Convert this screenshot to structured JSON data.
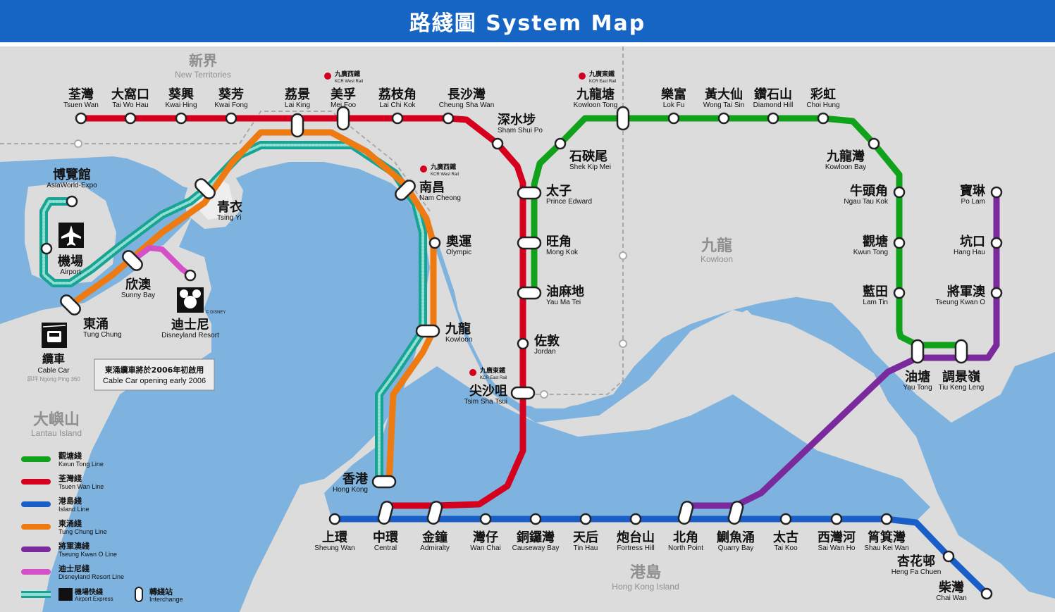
{
  "header": {
    "title": "路綫圖 System Map"
  },
  "colors": {
    "kwun_tong": "#11a21b",
    "tsuen_wan": "#d4001d",
    "island": "#1a5ec8",
    "tung_chung": "#ee7a12",
    "tseung_kwan_o": "#7b2a9e",
    "disneyland": "#d44fc8",
    "airport_express": "#18a393",
    "water": "#7fb3df",
    "land": "#dcdcdc"
  },
  "regions": {
    "new_territories": {
      "zh": "新界",
      "en": "New Territories"
    },
    "kowloon": {
      "zh": "九龍",
      "en": "Kowloon"
    },
    "hong_kong_island": {
      "zh": "港島",
      "en": "Hong Kong Island"
    },
    "lantau": {
      "zh": "大嶼山",
      "en": "Lantau Island"
    }
  },
  "kcr": {
    "west_rail_zh": "九廣西鐵",
    "west_rail_en": "KCR West Rail",
    "east_rail_zh": "九廣東鐵",
    "east_rail_en": "KCR East Rail"
  },
  "stations": {
    "tsuen_wan": {
      "zh": "荃灣",
      "en": "Tsuen Wan"
    },
    "tai_wo_hau": {
      "zh": "大窩口",
      "en": "Tai Wo Hau"
    },
    "kwai_hing": {
      "zh": "葵興",
      "en": "Kwai Hing"
    },
    "kwai_fong": {
      "zh": "葵芳",
      "en": "Kwai Fong"
    },
    "lai_king": {
      "zh": "荔景",
      "en": "Lai King"
    },
    "mei_foo": {
      "zh": "美孚",
      "en": "Mei Foo"
    },
    "lai_chi_kok": {
      "zh": "荔枝角",
      "en": "Lai Chi Kok"
    },
    "cheung_sha_wan": {
      "zh": "長沙灣",
      "en": "Cheung Sha Wan"
    },
    "sham_shui_po": {
      "zh": "深水埗",
      "en": "Sham Shui Po"
    },
    "kowloon_tong": {
      "zh": "九龍塘",
      "en": "Kowloon Tong"
    },
    "lok_fu": {
      "zh": "樂富",
      "en": "Lok Fu"
    },
    "wong_tai_sin": {
      "zh": "黃大仙",
      "en": "Wong Tai Sin"
    },
    "diamond_hill": {
      "zh": "鑽石山",
      "en": "Diamond Hill"
    },
    "choi_hung": {
      "zh": "彩虹",
      "en": "Choi Hung"
    },
    "kowloon_bay": {
      "zh": "九龍灣",
      "en": "Kowloon Bay"
    },
    "ngau_tau_kok": {
      "zh": "牛頭角",
      "en": "Ngau Tau Kok"
    },
    "kwun_tong": {
      "zh": "觀塘",
      "en": "Kwun Tong"
    },
    "lam_tin": {
      "zh": "藍田",
      "en": "Lam Tin"
    },
    "yau_tong": {
      "zh": "油塘",
      "en": "Yau Tong"
    },
    "tiu_keng_leng": {
      "zh": "調景嶺",
      "en": "Tiu Keng Leng"
    },
    "po_lam": {
      "zh": "寶琳",
      "en": "Po Lam"
    },
    "hang_hau": {
      "zh": "坑口",
      "en": "Hang Hau"
    },
    "tseung_kwan_o": {
      "zh": "將軍澳",
      "en": "Tseung Kwan O"
    },
    "shek_kip_mei": {
      "zh": "石硤尾",
      "en": "Shek Kip Mei"
    },
    "prince_edward": {
      "zh": "太子",
      "en": "Prince Edward"
    },
    "mong_kok": {
      "zh": "旺角",
      "en": "Mong Kok"
    },
    "yau_ma_tei": {
      "zh": "油麻地",
      "en": "Yau Ma Tei"
    },
    "jordan": {
      "zh": "佐敦",
      "en": "Jordan"
    },
    "tsim_sha_tsui": {
      "zh": "尖沙咀",
      "en": "Tsim Sha Tsui"
    },
    "nam_cheong": {
      "zh": "南昌",
      "en": "Nam Cheong"
    },
    "olympic": {
      "zh": "奧運",
      "en": "Olympic"
    },
    "kowloon": {
      "zh": "九龍",
      "en": "Kowloon"
    },
    "tsing_yi": {
      "zh": "青衣",
      "en": "Tsing Yi"
    },
    "asiaworld_expo": {
      "zh": "博覽館",
      "en": "AsiaWorld-Expo"
    },
    "airport": {
      "zh": "機場",
      "en": "Airport"
    },
    "sunny_bay": {
      "zh": "欣澳",
      "en": "Sunny Bay"
    },
    "disneyland_resort": {
      "zh": "迪士尼",
      "en": "Disneyland Resort"
    },
    "tung_chung": {
      "zh": "東涌",
      "en": "Tung Chung"
    },
    "hong_kong": {
      "zh": "香港",
      "en": "Hong Kong"
    },
    "sheung_wan": {
      "zh": "上環",
      "en": "Sheung Wan"
    },
    "central": {
      "zh": "中環",
      "en": "Central"
    },
    "admiralty": {
      "zh": "金鐘",
      "en": "Admiralty"
    },
    "wan_chai": {
      "zh": "灣仔",
      "en": "Wan Chai"
    },
    "causeway_bay": {
      "zh": "銅鑼灣",
      "en": "Causeway Bay"
    },
    "tin_hau": {
      "zh": "天后",
      "en": "Tin Hau"
    },
    "fortress_hill": {
      "zh": "炮台山",
      "en": "Fortress Hill"
    },
    "north_point": {
      "zh": "北角",
      "en": "North Point"
    },
    "quarry_bay": {
      "zh": "鰂魚涌",
      "en": "Quarry Bay"
    },
    "tai_koo": {
      "zh": "太古",
      "en": "Tai Koo"
    },
    "sai_wan_ho": {
      "zh": "西灣河",
      "en": "Sai Wan Ho"
    },
    "shau_kei_wan": {
      "zh": "筲箕灣",
      "en": "Shau Kei Wan"
    },
    "heng_fa_chuen": {
      "zh": "杏花邨",
      "en": "Heng Fa Chuen"
    },
    "chai_wan": {
      "zh": "柴灣",
      "en": "Chai Wan"
    }
  },
  "cable_car": {
    "zh": "纜車",
    "en": "Cable Car",
    "sub": "昂坪 Ngong Ping 360"
  },
  "notice": {
    "line1": "東涌纜車將於2006年初啟用",
    "line2": "Cable Car opening early 2006"
  },
  "disney_badge": "© DISNEY",
  "legend": [
    {
      "zh": "觀塘綫",
      "en": "Kwun Tong Line",
      "color": "#11a21b"
    },
    {
      "zh": "荃灣綫",
      "en": "Tsuen Wan Line",
      "color": "#d4001d"
    },
    {
      "zh": "港島綫",
      "en": "Island Line",
      "color": "#1a5ec8"
    },
    {
      "zh": "東涌綫",
      "en": "Tung Chung Line",
      "color": "#ee7a12"
    },
    {
      "zh": "將軍澳綫",
      "en": "Tseung Kwan O Line",
      "color": "#7b2a9e"
    },
    {
      "zh": "迪士尼綫",
      "en": "Disneyland Resort Line",
      "color": "#d44fc8"
    }
  ],
  "legend_extra": {
    "ae_zh": "機場快綫",
    "ae_en": "Airport Express",
    "ic_zh": "轉綫站",
    "ic_en": "Interchange"
  }
}
